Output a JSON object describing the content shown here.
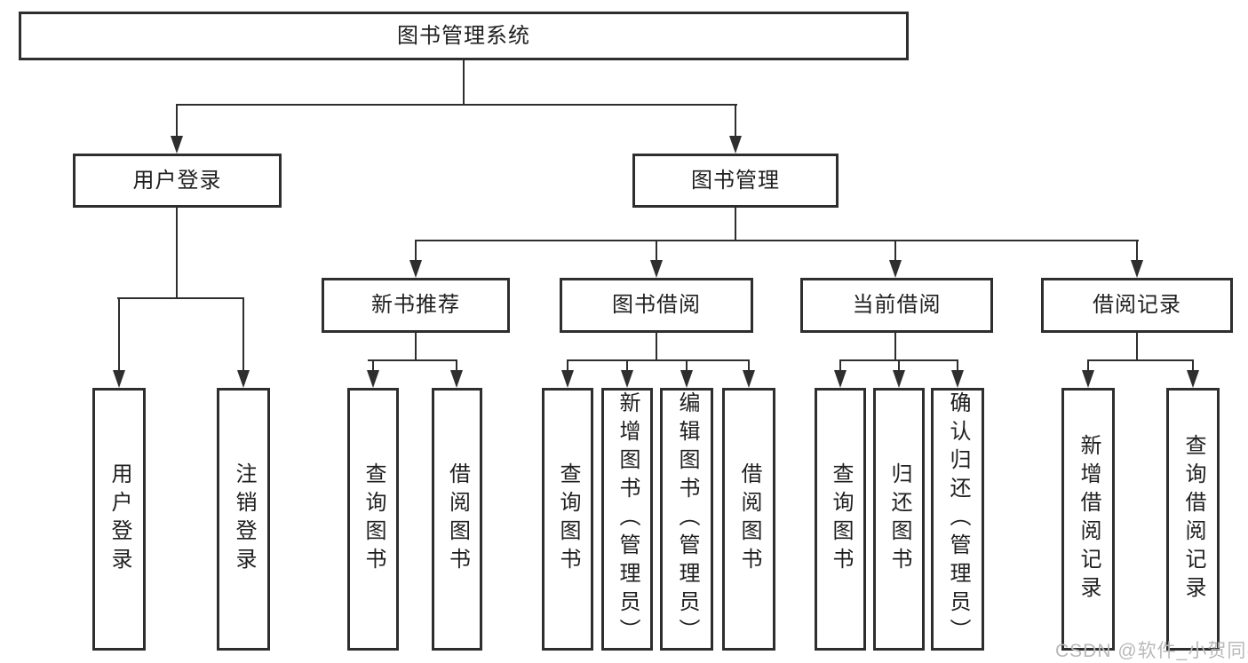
{
  "tree": {
    "root": "图书管理系统",
    "login": {
      "label": "用户登录",
      "children": [
        "用户登录",
        "注销登录"
      ]
    },
    "mgmt": {
      "label": "图书管理",
      "groups": [
        {
          "label": "新书推荐",
          "children": [
            "查询图书",
            "借阅图书"
          ]
        },
        {
          "label": "图书借阅",
          "children": [
            "查询图书",
            "新增图书（管理员）",
            "编辑图书（管理员）",
            "借阅图书"
          ]
        },
        {
          "label": "当前借阅",
          "children": [
            "查询图书",
            "归还图书",
            "确认归还（管理员）"
          ]
        },
        {
          "label": "借阅记录",
          "children": [
            "新增借阅记录",
            "查询借阅记录"
          ]
        }
      ]
    }
  },
  "watermark": {
    "text": "CSDN @软件_小贺同学"
  },
  "colors": {
    "line": "#2e2e2e",
    "box_border": "#2e2e2e",
    "text": "#1f1f1f",
    "watermark": "#b9b9b9",
    "background": "#ffffff"
  }
}
